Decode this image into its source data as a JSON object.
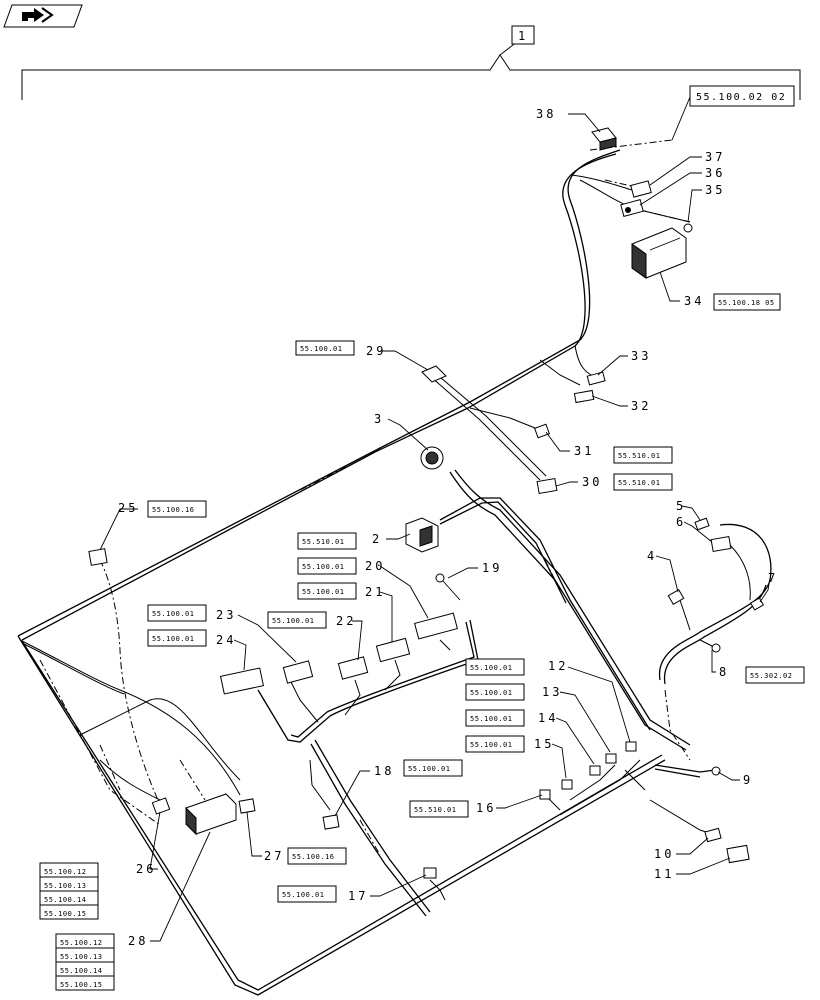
{
  "nav_icon": "back-arrow-icon",
  "assembly_callout": "1",
  "top_reference": "55.100.02 02",
  "callouts": {
    "c2": "2",
    "c3": "3",
    "c4": "4",
    "c5": "5",
    "c6": "6",
    "c7": "7",
    "c8": "8",
    "c9": "9",
    "c10": "10",
    "c11": "11",
    "c12": "12",
    "c13": "13",
    "c14": "14",
    "c15": "15",
    "c16": "16",
    "c17": "17",
    "c18": "18",
    "c19": "19",
    "c20": "20",
    "c21": "21",
    "c22": "22",
    "c23": "23",
    "c24": "24",
    "c25": "25",
    "c26": "26",
    "c27": "27",
    "c28": "28",
    "c29": "29",
    "c30": "30",
    "c31": "31",
    "c32": "32",
    "c33": "33",
    "c34": "34",
    "c35": "35",
    "c36": "36",
    "c37": "37",
    "c38": "38"
  },
  "references": {
    "r34": "55.100.18 05",
    "r29": "55.100.01",
    "r31": "55.510.01",
    "r30": "55.510.01",
    "r25": "55.100.16",
    "r2": "55.510.01",
    "r20": "55.100.01",
    "r21": "55.100.01",
    "r23a": "55.100.01",
    "r23b": "55.100.01",
    "r24": "55.100.01",
    "r8": "55.302.02",
    "r12": "55.100.01",
    "r13": "55.100.01",
    "r14": "55.100.01",
    "r15": "55.100.01",
    "r18": "55.100.01",
    "r16": "55.510.01",
    "r27": "55.100.16",
    "r17": "55.100.01",
    "r26": [
      "55.100.12",
      "55.100.13",
      "55.100.14",
      "55.100.15"
    ],
    "r28": [
      "55.100.12",
      "55.100.13",
      "55.100.14",
      "55.100.15"
    ]
  }
}
